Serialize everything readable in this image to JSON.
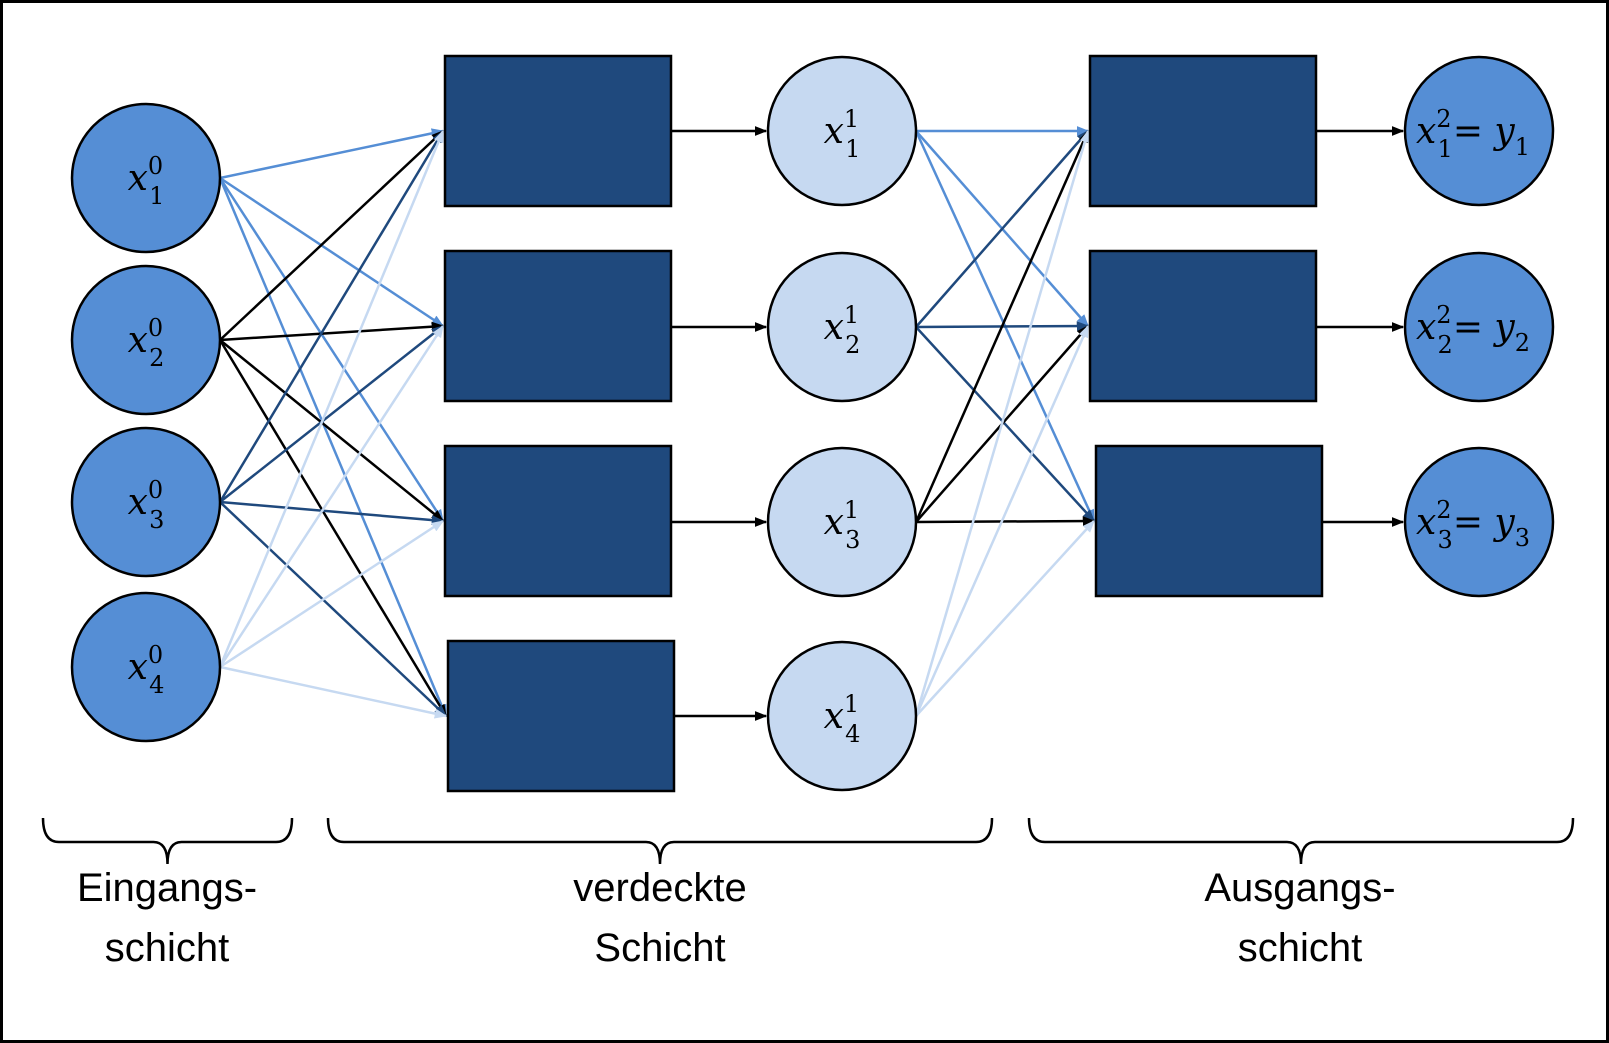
{
  "colors": {
    "frame": "#000000",
    "input_node": "#558ED5",
    "hidden_node": "#C6D9F1",
    "output_node": "#558ED5",
    "box": "#1F497D",
    "edge_black": "#000000",
    "edge_mid": "#558ED5",
    "edge_dark": "#1F497D",
    "edge_light": "#C6D9F1"
  },
  "input_nodes": [
    {
      "base": "x",
      "sup": "0",
      "sub": "1"
    },
    {
      "base": "x",
      "sup": "0",
      "sub": "2"
    },
    {
      "base": "x",
      "sup": "0",
      "sub": "3"
    },
    {
      "base": "x",
      "sup": "0",
      "sub": "4"
    }
  ],
  "hidden_nodes": [
    {
      "base": "x",
      "sup": "1",
      "sub": "1"
    },
    {
      "base": "x",
      "sup": "1",
      "sub": "2"
    },
    {
      "base": "x",
      "sup": "1",
      "sub": "3"
    },
    {
      "base": "x",
      "sup": "1",
      "sub": "4"
    }
  ],
  "output_nodes": [
    {
      "base": "x",
      "sup": "2",
      "sub": "1",
      "eq": "= ",
      "ybase": "y",
      "ysub": "1"
    },
    {
      "base": "x",
      "sup": "2",
      "sub": "2",
      "eq": "= ",
      "ybase": "y",
      "ysub": "2"
    },
    {
      "base": "x",
      "sup": "2",
      "sub": "3",
      "eq": "= ",
      "ybase": "y",
      "ysub": "3"
    }
  ],
  "labels": {
    "input_layer": [
      "Eingangs-",
      "schicht"
    ],
    "hidden_layer": [
      "verdeckte",
      "Schicht"
    ],
    "output_layer": [
      "Ausgangs-",
      "schicht"
    ]
  }
}
